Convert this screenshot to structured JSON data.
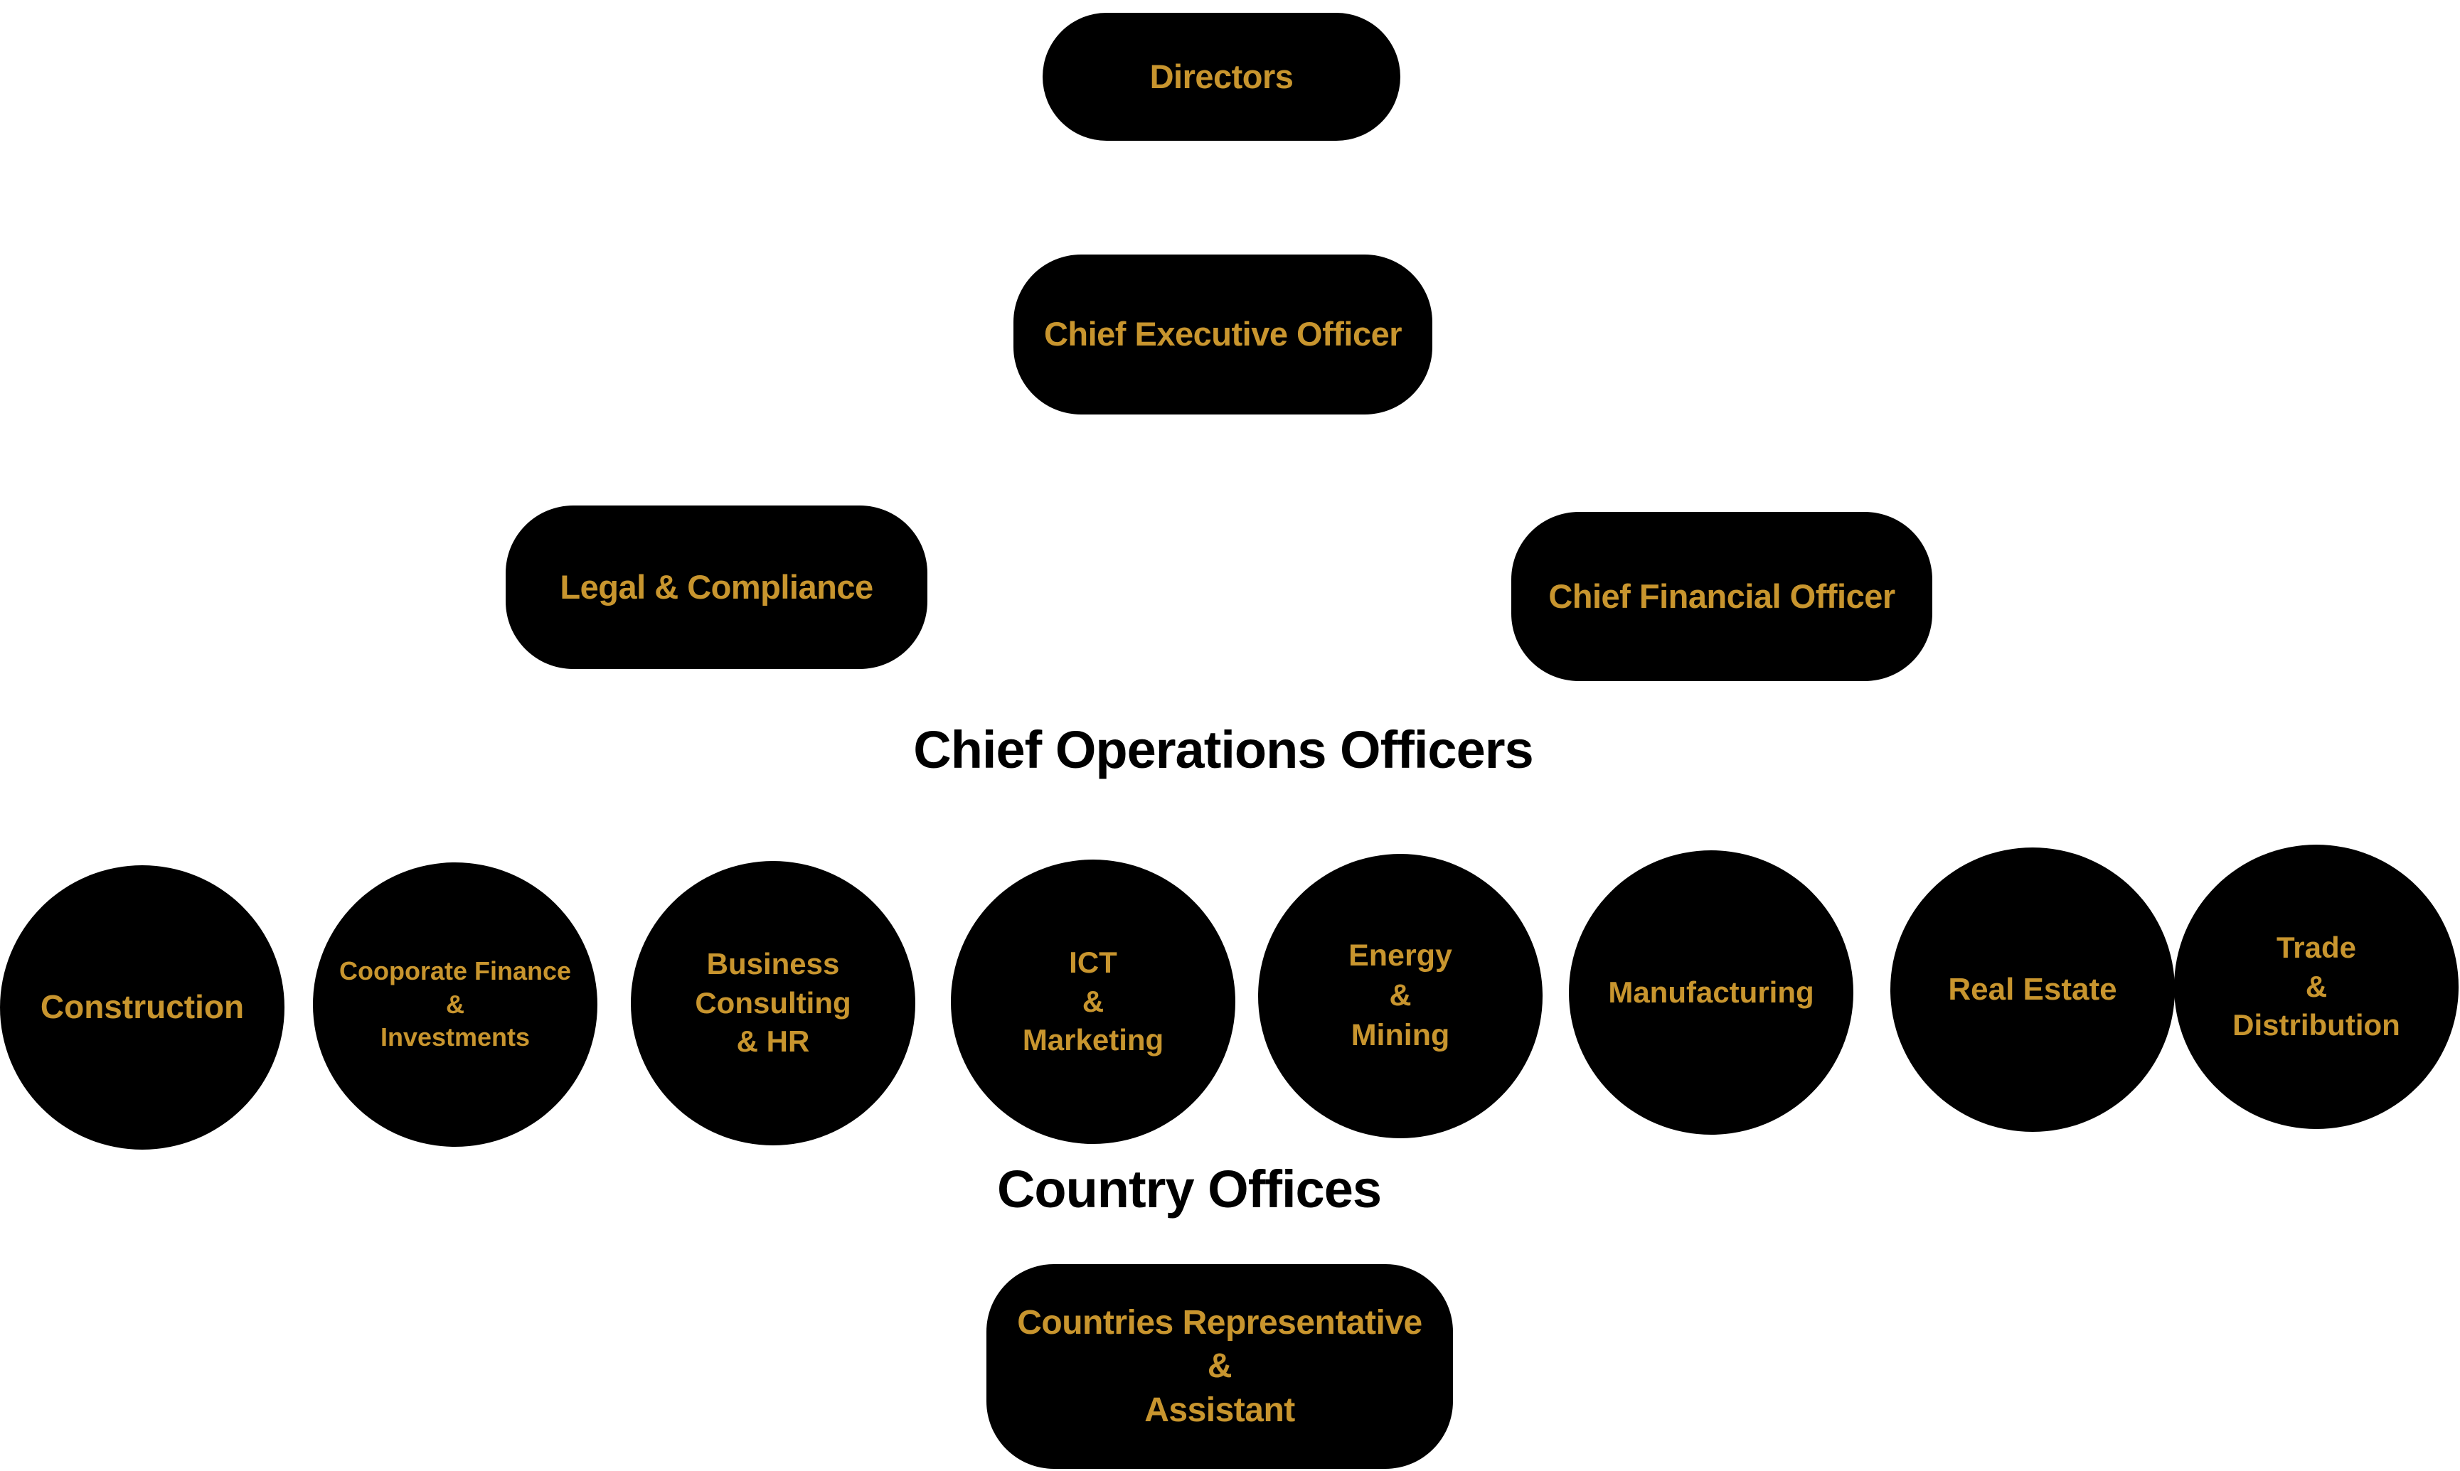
{
  "headings": {
    "operations": "Chief Operations Officers",
    "country": "Country Offices"
  },
  "nodes": {
    "directors": {
      "lines": [
        "Directors"
      ]
    },
    "ceo": {
      "lines": [
        "Chief Executive Officer"
      ]
    },
    "legal": {
      "lines": [
        "Legal & Compliance"
      ]
    },
    "cfo": {
      "lines": [
        "Chief Financial Officer"
      ]
    },
    "country_rep": {
      "lines": [
        "Countries Representative",
        "&",
        "Assistant"
      ]
    }
  },
  "operations_divisions": [
    {
      "name": "construction",
      "lines": [
        "Construction"
      ]
    },
    {
      "name": "cooporate-finance-investments",
      "lines": [
        "Cooporate Finance",
        "&",
        "Investments"
      ]
    },
    {
      "name": "business-consulting-hr",
      "lines": [
        "Business",
        "Consulting",
        "& HR"
      ]
    },
    {
      "name": "ict-marketing",
      "lines": [
        "ICT",
        "&",
        "Marketing"
      ]
    },
    {
      "name": "energy-mining",
      "lines": [
        "Energy",
        "&",
        "Mining"
      ]
    },
    {
      "name": "manufacturing",
      "lines": [
        "Manufacturing"
      ]
    },
    {
      "name": "real-estate",
      "lines": [
        "Real Estate"
      ]
    },
    {
      "name": "trade-distribution",
      "lines": [
        "Trade",
        "&",
        "Distribution"
      ]
    }
  ],
  "colors": {
    "shape_fill": "#000000",
    "shape_text": "#C8952E",
    "heading_text": "#000000",
    "background": "#FFFFFF"
  }
}
